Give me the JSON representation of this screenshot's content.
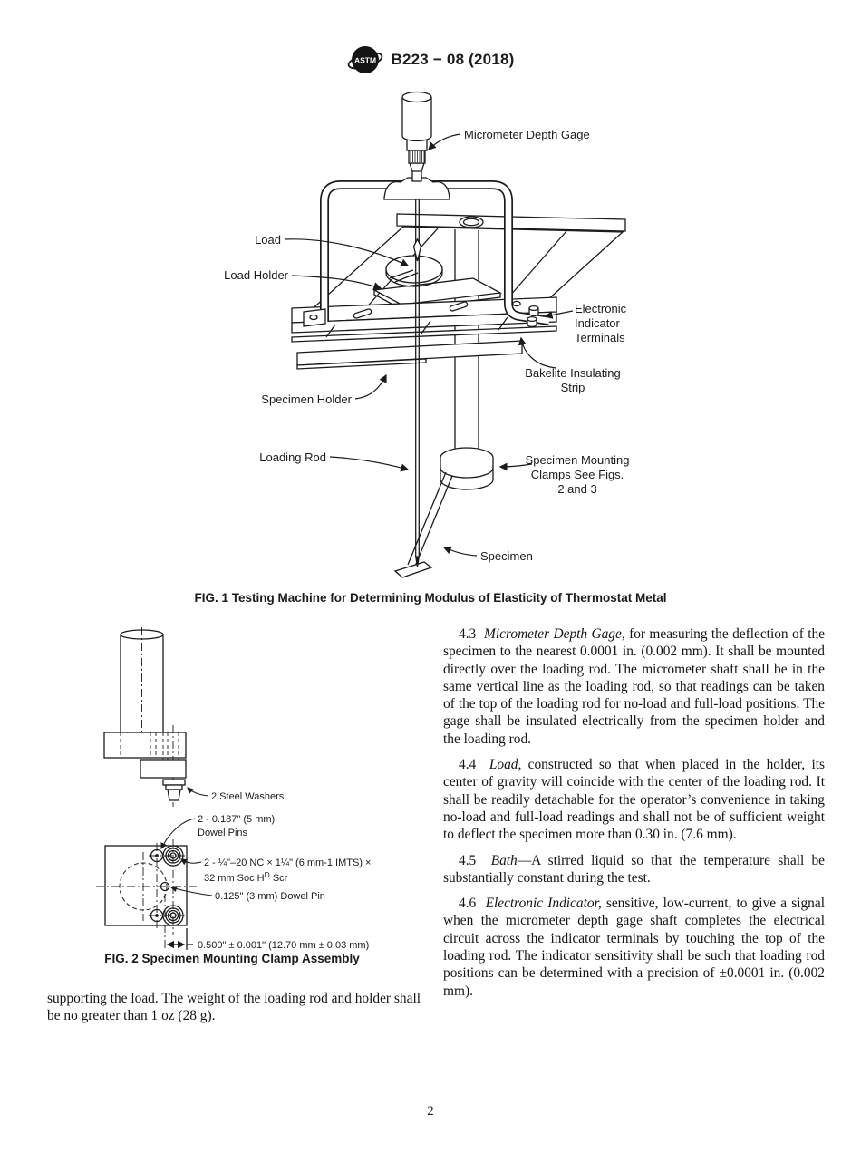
{
  "header": {
    "logo_text": "ASTM",
    "designation": "B223 − 08 (2018)"
  },
  "fig1": {
    "caption": "FIG. 1 Testing Machine for Determining Modulus of Elasticity of Thermostat Metal",
    "labels": {
      "micrometer_depth_gage": "Micrometer Depth Gage",
      "load": "Load",
      "load_holder": "Load Holder",
      "electronic_line1": "Electronic",
      "electronic_line2": "Indicator",
      "electronic_line3": "Terminals",
      "bakelite_line1": "Bakelite Insulating",
      "bakelite_line2": "Strip",
      "specimen_holder": "Specimen Holder",
      "loading_rod": "Loading Rod",
      "clamps_line1": "Specimen Mounting",
      "clamps_line2": "Clamps See Figs.",
      "clamps_line3": "2 and 3",
      "specimen": "Specimen"
    }
  },
  "fig2": {
    "caption": "FIG. 2 Specimen Mounting Clamp Assembly",
    "labels": {
      "steel_washers": "2 Steel Washers",
      "dowel_pins_line1": "2 - 0.187\" (5 mm)",
      "dowel_pins_line2": "Dowel Pins",
      "screw_line1": "2 - ¼\"–20 NC × 1¼\" (6 mm-1 IMTS) ×",
      "screw_line2_pre": "32 mm Soc H",
      "screw_line2_sup": "D",
      "screw_line2_post": " Scr",
      "small_dowel": "0.125\" (3 mm) Dowel Pin",
      "dimension": "0.500\" ± 0.001\" (12.70 mm ± 0.03 mm)"
    }
  },
  "left_column": {
    "paragraph": "supporting the load. The weight of the loading rod and holder shall be no greater than 1 oz (28 g)."
  },
  "sections": [
    {
      "number": "4.3",
      "title": "Micrometer Depth Gage,",
      "body": " for measuring the deflection of the specimen to the nearest 0.0001 in. (0.002 mm). It shall be mounted directly over the loading rod. The micrometer shaft shall be in the same vertical line as the loading rod, so that readings can be taken of the top of the loading rod for no-load and full-load positions. The gage shall be insulated electrically from the specimen holder and the loading rod."
    },
    {
      "number": "4.4",
      "title": "Load,",
      "body": " constructed so that when placed in the holder, its center of gravity will coincide with the center of the loading rod. It shall be readily detachable for the operator’s convenience in taking no-load and full-load readings and shall not be of sufficient weight to deflect the specimen more than 0.30 in. (7.6 mm)."
    },
    {
      "number": "4.5",
      "title": "Bath",
      "body": "—A stirred liquid so that the temperature shall be substantially constant during the test."
    },
    {
      "number": "4.6",
      "title": "Electronic Indicator,",
      "body": " sensitive, low-current, to give a signal when the micrometer depth gage shaft completes the electrical circuit across the indicator terminals by touching the top of the loading rod. The indicator sensitivity shall be such that loading rod positions can be determined with a precision of ±0.0001 in. (0.002 mm)."
    }
  ],
  "footer": {
    "page_number": "2"
  }
}
